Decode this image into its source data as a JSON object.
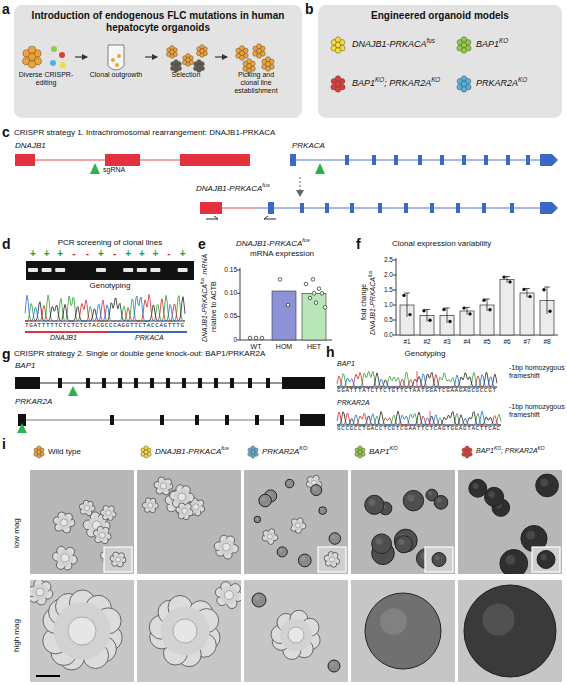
{
  "diagram": {
    "nodes": [
      {
        "text": [
          "Introduction of endogenous FLC mutations in human hepatocyte organoids"
        ]
      },
      {
        "text": [
          "Diverse CRISPR-editing"
        ],
        "in": 0
      },
      {
        "text": [
          "Clonal outgrowth"
        ],
        "in": 0
      },
      {
        "text": [
          "Selection"
        ],
        "in": 0
      },
      {
        "text": [
          "Picking and clonal line establishment"
        ],
        "in": 0
      },
      {
        "text": [
          "Engineered organoid models"
        ]
      }
    ],
    "edges": [
      {
        "from": 1,
        "to": 2,
        "arrow": "to"
      },
      {
        "from": 2,
        "to": 3,
        "arrow": "to"
      },
      {
        "from": 3,
        "to": 4,
        "arrow": "to"
      }
    ],
    "labels": [
      "a",
      "b",
      "DNAJB1-PRKACA",
      "fus",
      "BAP1",
      "KO",
      "BAP1",
      "KO",
      "; PRKAR2A",
      "KO",
      "PRKAR2A",
      "KO",
      "c",
      "CRISPR strategy 1. Intrachromosomal rearrangement: DNAJB1-PRKACA",
      "DNAJB1",
      "sgRNA",
      "PRKACA",
      "DNAJB1-PRKACA",
      "fus",
      "d",
      "PCR screening of clonal lines",
      "+",
      "+",
      "+",
      "-",
      "-",
      "+",
      "-",
      "+",
      "+",
      "+",
      "-",
      "+",
      "Genotyping",
      "TGATTTTTCTCTCTCTACGCCCAGGTTCTACCAGTTTG",
      "DNAJB1",
      "PRKACA",
      "e",
      "DNAJB1-PRKACA",
      "fus",
      "mRNA expression",
      "DNAJB1-PRKACA",
      "fus",
      "mRNA",
      "relative to ACTB",
      "0.15",
      "0.10",
      "0.05",
      "0",
      "WT",
      "HOM",
      "HET",
      "f",
      "Clonal expression variability",
      "fold change",
      "DNAJB1-PRKACA",
      "fus",
      "2.5",
      "2.0",
      "1.5",
      "1.0",
      "0.5",
      "0.0",
      "#1",
      "#2",
      "#3",
      "#4",
      "#5",
      "#6",
      "#7",
      "#8",
      "g",
      "CRISPR strategy 2. Single or double gene knock-out: BAP1/PRKAR2A",
      "BAP1",
      "PRKAR2A",
      "h",
      "Genotyping",
      "BAP1",
      "GGATTTATCTTCTGTTCTAATGGATCGAAGAGCGCCGT",
      "-1bp homozygous frameshift",
      "PRKAR2A",
      "GCCGCCTGACCTCGTCGAATTCTCAGTGGAGTACTTCAC",
      "-1bp homozygous frameshift",
      "i",
      "Wild type",
      "DNAJB1-PRKACA",
      "fus",
      "PRKAR2A",
      "KO",
      "BAP1",
      "KO",
      "BAP1",
      "KO",
      "; PRKAR2A",
      "KO",
      "low mag",
      "high mag"
    ]
  }
}
